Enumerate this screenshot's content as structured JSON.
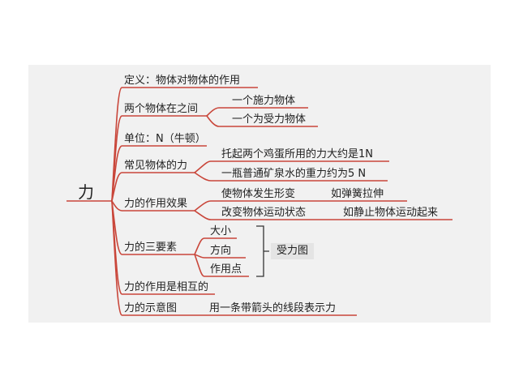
{
  "root": "力",
  "branches": [
    {
      "label": "定义：物体对物体的作用"
    },
    {
      "label": "两个物体在之间",
      "children": [
        "一个施力物体",
        "一个为受力物体"
      ]
    },
    {
      "label": "单位：N（牛顿）"
    },
    {
      "label": "常见物体的力",
      "children": [
        "托起两个鸡蛋所用的力大约是1N",
        "一瓶普通矿泉水的重力约为5 N"
      ]
    },
    {
      "label": "力的作用效果",
      "children": [
        {
          "label": "使物体发生形变",
          "example": "如弹簧拉伸"
        },
        {
          "label": "改变物体运动状态",
          "example": "如静止物体运动起来"
        }
      ]
    },
    {
      "label": "力的三要素",
      "children": [
        "大小",
        "方向",
        "作用点"
      ],
      "group_label": "受力图"
    },
    {
      "label": "力的作用是相互的"
    },
    {
      "label": "力的示意图",
      "note": "用一条带箭头的线段表示力"
    }
  ],
  "colors": {
    "line": "#c9463a",
    "bracket": "#333333",
    "panel": "#f1f1f1"
  }
}
